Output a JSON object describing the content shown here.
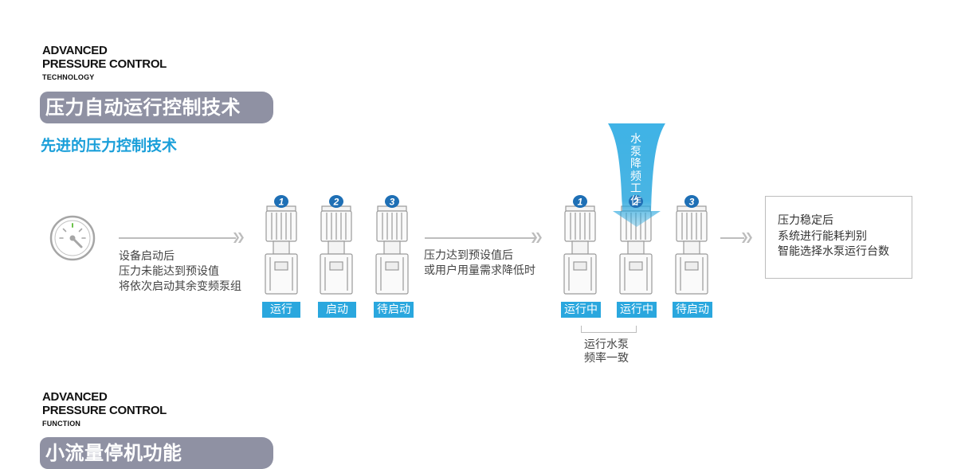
{
  "section1": {
    "en_line1": "ADVANCED",
    "en_line2": "PRESSURE CONTROL",
    "en_line3": "TECHNOLOGY",
    "title": "压力自动运行控制技术",
    "subtitle": "先进的压力控制技术"
  },
  "gauge_icon": "pressure-gauge-icon",
  "desc1": {
    "line1": "设备启动后",
    "line2": "压力未能达到预设值",
    "line3": "将依次启动其余变频泵组"
  },
  "desc2": {
    "line1": "压力达到预设值后",
    "line2": "或用户用量需求降低时"
  },
  "group1": [
    {
      "num": "1",
      "label": "运行"
    },
    {
      "num": "2",
      "label": "启动"
    },
    {
      "num": "3",
      "label": "待启动"
    }
  ],
  "group2": [
    {
      "num": "1",
      "label": "运行中"
    },
    {
      "num": "2",
      "label": "运行中"
    },
    {
      "num": "3",
      "label": "待启动"
    }
  ],
  "funnel_text": "水泵降频工作",
  "bracket_note": {
    "line1": "运行水泵",
    "line2": "频率一致"
  },
  "result_box": {
    "line1": "压力稳定后",
    "line2": "系统进行能耗判别",
    "line3": "智能选择水泵运行台数"
  },
  "section2": {
    "en_line1": "ADVANCED",
    "en_line2": "PRESSURE CONTROL",
    "en_line3": "FUNCTION",
    "title": "小流量停机功能"
  },
  "colors": {
    "accent": "#2aa7de",
    "pill": "#8f91a3",
    "line": "#bdbdbd"
  }
}
